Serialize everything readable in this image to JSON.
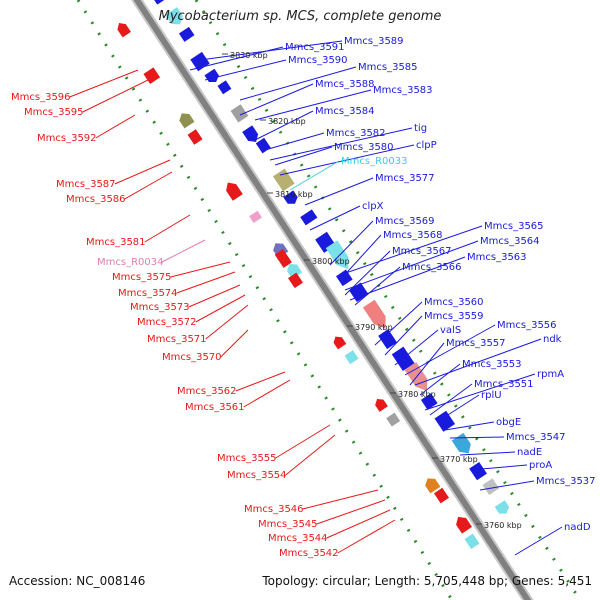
{
  "title": "Mycobacterium sp. MCS, complete genome",
  "footer": {
    "accession": "Accession: NC_008146",
    "summary": "Topology: circular; Length: 5,705,448 bp; Genes: 5,451"
  },
  "colors": {
    "cds": "#1a1adc",
    "rna": "#7be0e8",
    "other_right": "#3aa8d8",
    "feature_left": "#e61a1a",
    "ncrna_left": "#f0a0c8",
    "backbone": "#808080",
    "dotted_track": "#2a8a2a"
  },
  "scale_ticks": [
    {
      "label": "3830 kbp"
    },
    {
      "label": "3820 kbp"
    },
    {
      "label": "3810 kbp"
    },
    {
      "label": "3800 kbp"
    },
    {
      "label": "3790 kbp"
    },
    {
      "label": "3780 kbp"
    },
    {
      "label": "3770 kbp"
    },
    {
      "label": "3760 kbp"
    }
  ],
  "right_labels": [
    {
      "text": "Mmcs_3589"
    },
    {
      "text": "Mmcs_3591"
    },
    {
      "text": "Mmcs_3590"
    },
    {
      "text": "Mmcs_3585"
    },
    {
      "text": "Mmcs_3588"
    },
    {
      "text": "Mmcs_3583"
    },
    {
      "text": "Mmcs_3584"
    },
    {
      "text": "tig"
    },
    {
      "text": "Mmcs_3582"
    },
    {
      "text": "Mmcs_3580"
    },
    {
      "text": "clpP"
    },
    {
      "text": "Mmcs_R0033"
    },
    {
      "text": "Mmcs_3577"
    },
    {
      "text": "clpX"
    },
    {
      "text": "Mmcs_3569"
    },
    {
      "text": "Mmcs_3565"
    },
    {
      "text": "Mmcs_3568"
    },
    {
      "text": "Mmcs_3564"
    },
    {
      "text": "Mmcs_3567"
    },
    {
      "text": "Mmcs_3563"
    },
    {
      "text": "Mmcs_3566"
    },
    {
      "text": "Mmcs_3560"
    },
    {
      "text": "Mmcs_3559"
    },
    {
      "text": "valS"
    },
    {
      "text": "Mmcs_3556"
    },
    {
      "text": "ndk"
    },
    {
      "text": "Mmcs_3557"
    },
    {
      "text": "Mmcs_3553"
    },
    {
      "text": "rpmA"
    },
    {
      "text": "Mmcs_3551"
    },
    {
      "text": "rplU"
    },
    {
      "text": "obgE"
    },
    {
      "text": "Mmcs_3547"
    },
    {
      "text": "nadE"
    },
    {
      "text": "proA"
    },
    {
      "text": "Mmcs_3537"
    },
    {
      "text": "nadD"
    }
  ],
  "left_labels": [
    {
      "text": "Mmcs_3596"
    },
    {
      "text": "Mmcs_3595"
    },
    {
      "text": "Mmcs_3592"
    },
    {
      "text": "Mmcs_3587"
    },
    {
      "text": "Mmcs_3586"
    },
    {
      "text": "Mmcs_3581"
    },
    {
      "text": "Mmcs_R0034"
    },
    {
      "text": "Mmcs_3575"
    },
    {
      "text": "Mmcs_3574"
    },
    {
      "text": "Mmcs_3573"
    },
    {
      "text": "Mmcs_3572"
    },
    {
      "text": "Mmcs_3571"
    },
    {
      "text": "Mmcs_3570"
    },
    {
      "text": "Mmcs_3562"
    },
    {
      "text": "Mmcs_3561"
    },
    {
      "text": "Mmcs_3555"
    },
    {
      "text": "Mmcs_3554"
    },
    {
      "text": "Mmcs_3546"
    },
    {
      "text": "Mmcs_3545"
    },
    {
      "text": "Mmcs_3544"
    },
    {
      "text": "Mmcs_3542"
    }
  ]
}
